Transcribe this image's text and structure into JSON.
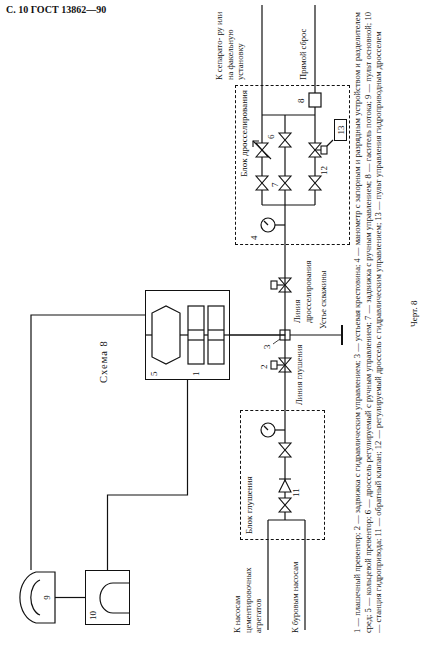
{
  "diagram": {
    "title": "Схема 8",
    "caption": "1 — плашечный превентор; 2 — задвижка с гидравлическим управлением; 3 — устьевая крестовина; 4 — манометр с запорным и разрядным устройством и разделителем сред; 5 — кольцевой превентор; 6 — дроссель регулируемый с ручным управлением; 7 — задвижка с ручным управлением; 8 — гаситель потока; 9 — пульт основной; 10 — станция гидропривода; 11 — обратный клапан; 12 — регулируемый дроссель с гидравлическим управлением; 13 — пульт управления гидроприводным дросселем",
    "nodes": [
      {
        "text": [
          "9"
        ]
      },
      {
        "text": [
          "10"
        ]
      },
      {
        "text": [
          "5",
          "1"
        ]
      },
      {
        "text": [
          "Блок глушения",
          "11"
        ]
      },
      {
        "text": [
          "Блок дросселирования"
        ]
      },
      {
        "text": [
          "13"
        ],
        "in": 4
      }
    ],
    "edges": [
      {
        "from": 0,
        "to": 1,
        "arrow": "none"
      },
      {
        "from": 1,
        "to": 2,
        "arrow": "none"
      },
      {
        "from": 0,
        "to": 2,
        "arrow": "none"
      },
      {
        "from": 2,
        "to": 3,
        "arrow": "none",
        "label": "Линия глушения"
      },
      {
        "from": 2,
        "to": 4,
        "arrow": "none",
        "label": "Линия дросселирования"
      }
    ],
    "labels": [
      "С. 10 ГОСТ 13862—90",
      "2",
      "3",
      "4",
      "6",
      "7",
      "8",
      "12",
      "Устье скважины",
      "К сепарато- ру или на факельную установку",
      "Прямой сброс",
      "К насосам цементировочных агрегатов",
      "К буровым насосам",
      "Черт. 8"
    ]
  }
}
